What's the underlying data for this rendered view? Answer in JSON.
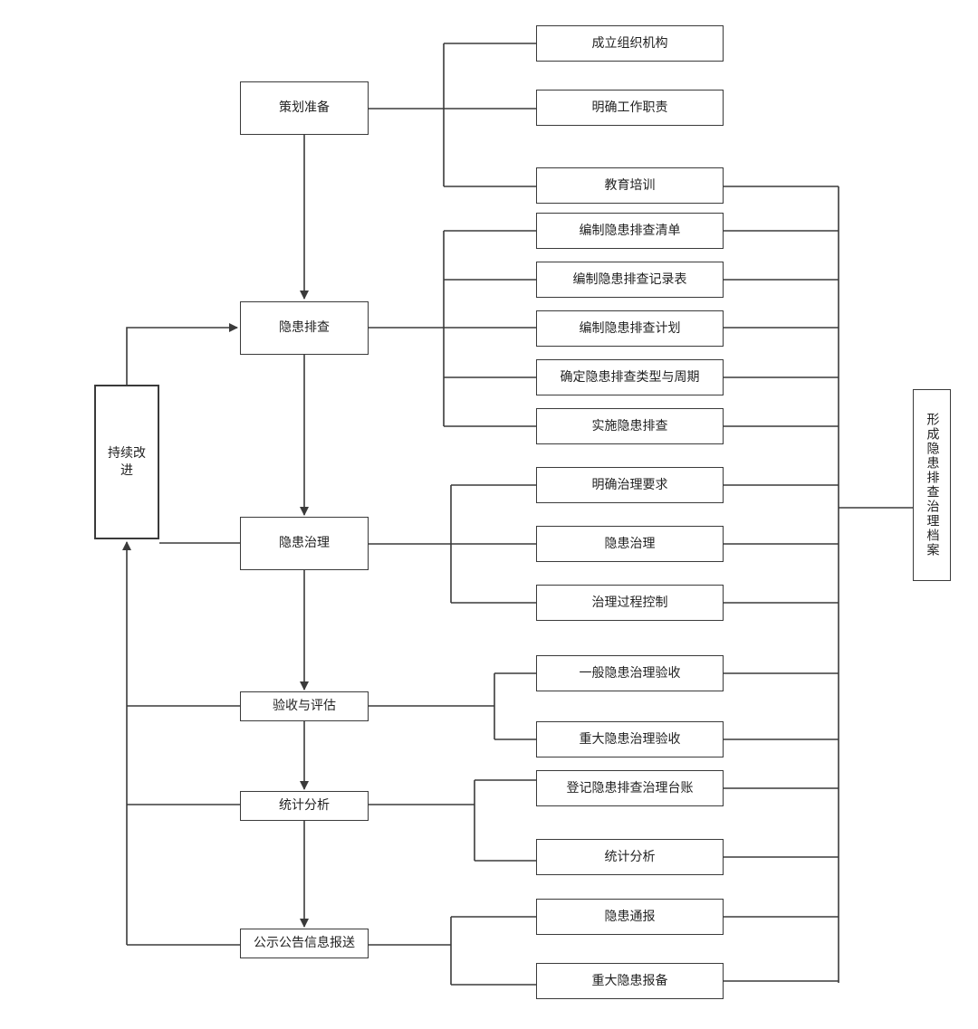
{
  "main_steps": {
    "planning": "策划准备",
    "inspection": "隐患排查",
    "governance": "隐患治理",
    "acceptance": "验收与评估",
    "statistics": "统计分析",
    "publicity": "公示公告信息报送"
  },
  "continuous_improvement": "持续改进",
  "archive": "形成隐患排查治理档案",
  "sub_steps": {
    "planning": [
      "成立组织机构",
      "明确工作职责",
      "教育培训"
    ],
    "inspection": [
      "编制隐患排查清单",
      "编制隐患排查记录表",
      "编制隐患排查计划",
      "确定隐患排查类型与周期",
      "实施隐患排查"
    ],
    "governance": [
      "明确治理要求",
      "隐患治理",
      "治理过程控制"
    ],
    "acceptance": [
      "一般隐患治理验收",
      "重大隐患治理验收"
    ],
    "statistics": [
      "登记隐患排查治理台账",
      "统计分析"
    ],
    "publicity": [
      "隐患通报",
      "重大隐患报备"
    ]
  },
  "colors": {
    "line": "#3a3a3a",
    "background": "#ffffff"
  }
}
